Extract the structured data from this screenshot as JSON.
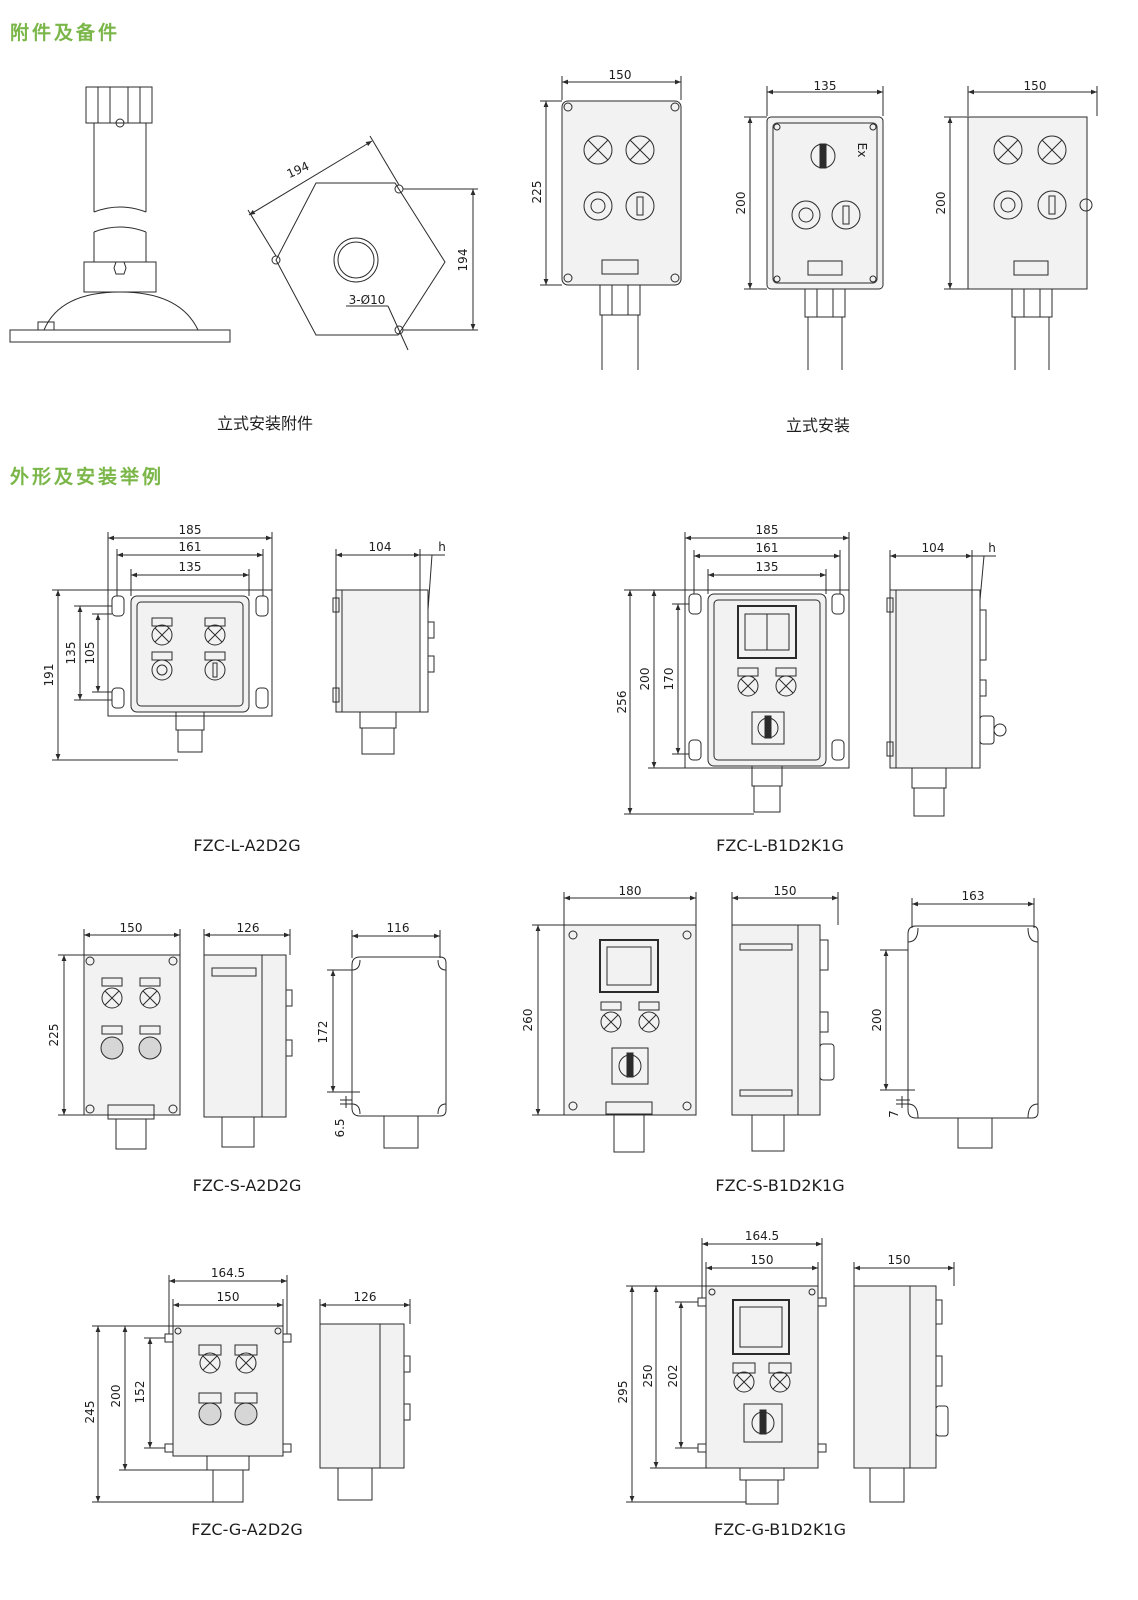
{
  "headings": {
    "accessories": "附件及备件",
    "outline": "外形及安装举例"
  },
  "captions": {
    "stand_accessory": "立式安装附件",
    "stand_mount": "立式安装",
    "fzc_l_a2d2g": "FZC-L-A2D2G",
    "fzc_l_b1d2k1g": "FZC-L-B1D2K1G",
    "fzc_s_a2d2g": "FZC-S-A2D2G",
    "fzc_s_b1d2k1g": "FZC-S-B1D2K1G",
    "fzc_g_a2d2g": "FZC-G-A2D2G",
    "fzc_g_b1d2k1g": "FZC-G-B1D2K1G"
  },
  "dims": {
    "hex_side": "194",
    "hex_height": "194",
    "hex_holes": "3-Ø10",
    "stand1_w": "150",
    "stand1_h": "225",
    "stand2_w": "135",
    "stand2_h": "200",
    "stand2_mark": "Ex",
    "stand3_w": "150",
    "stand3_h": "200",
    "l_a_w1": "185",
    "l_a_w2": "161",
    "l_a_w3": "135",
    "l_a_h1": "191",
    "l_a_h2": "135",
    "l_a_h3": "105",
    "l_a_side_w": "104",
    "l_a_side_h": "h",
    "l_b_w1": "185",
    "l_b_w2": "161",
    "l_b_w3": "135",
    "l_b_h1": "256",
    "l_b_h2": "200",
    "l_b_h3": "170",
    "l_b_side_w": "104",
    "l_b_side_h": "h",
    "s_a_w": "150",
    "s_a_h": "225",
    "s_a_side_w": "126",
    "s_a_back_w": "116",
    "s_a_back_h": "172",
    "s_a_back_gap": "6.5",
    "s_b_w": "180",
    "s_b_h": "260",
    "s_b_side_w": "150",
    "s_b_back_w": "163",
    "s_b_back_h": "200",
    "s_b_back_gap": "7",
    "g_a_w1": "164.5",
    "g_a_w2": "150",
    "g_a_h1": "245",
    "g_a_h2": "200",
    "g_a_h3": "152",
    "g_a_side_w": "126",
    "g_b_w1": "164.5",
    "g_b_w2": "150",
    "g_b_h1": "295",
    "g_b_h2": "250",
    "g_b_h3": "202",
    "g_b_side_w": "150"
  },
  "colors": {
    "heading": "#7ab648",
    "line": "#2b2b2b",
    "device_fill": "#f2f2f2"
  }
}
